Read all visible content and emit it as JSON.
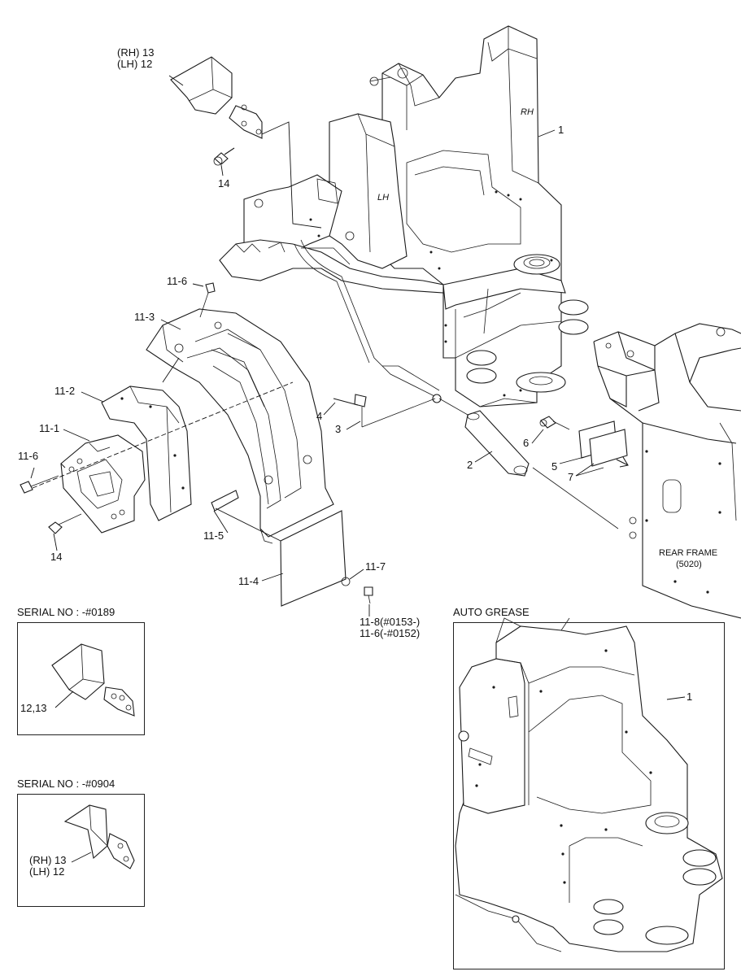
{
  "labels": {
    "l13_12_rh": "(RH) 13",
    "l13_12_lh": "(LH) 12",
    "l14_top": "14",
    "l1": "1",
    "l11_6_top": "11-6",
    "l11_3": "11-3",
    "l11_2": "11-2",
    "l11_1": "11-1",
    "l11_6_left": "11-6",
    "l14_bottom": "14",
    "l11_5": "11-5",
    "l11_4": "11-4",
    "l11_7": "11-7",
    "l11_8": "11-8(#0153-)",
    "l11_6_serial": "11-6(-#0152)",
    "l4": "4",
    "l3": "3",
    "l2": "2",
    "l6": "6",
    "l5": "5",
    "l7": "7",
    "rear_frame": "REAR FRAME",
    "rear_frame_code": "(5020)",
    "frame_rh": "RH",
    "frame_lh": "LH"
  },
  "serial_1": {
    "header": "SERIAL NO : -#0189",
    "part_label": "12,13"
  },
  "serial_2": {
    "header": "SERIAL NO : -#0904",
    "part_rh": "(RH) 13",
    "part_lh": "(LH) 12"
  },
  "auto_grease": {
    "header": "AUTO GREASE",
    "part_label": "1"
  }
}
